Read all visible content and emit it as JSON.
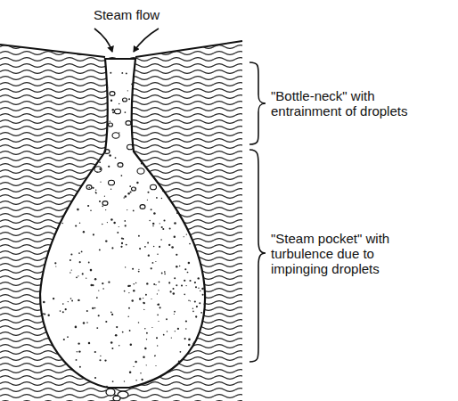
{
  "diagram": {
    "labels": [
      "Steam flow",
      "\"Bottle-neck\" with entrainment of droplets",
      "\"Steam pocket\" with turbulence due to impinging droplets"
    ]
  }
}
